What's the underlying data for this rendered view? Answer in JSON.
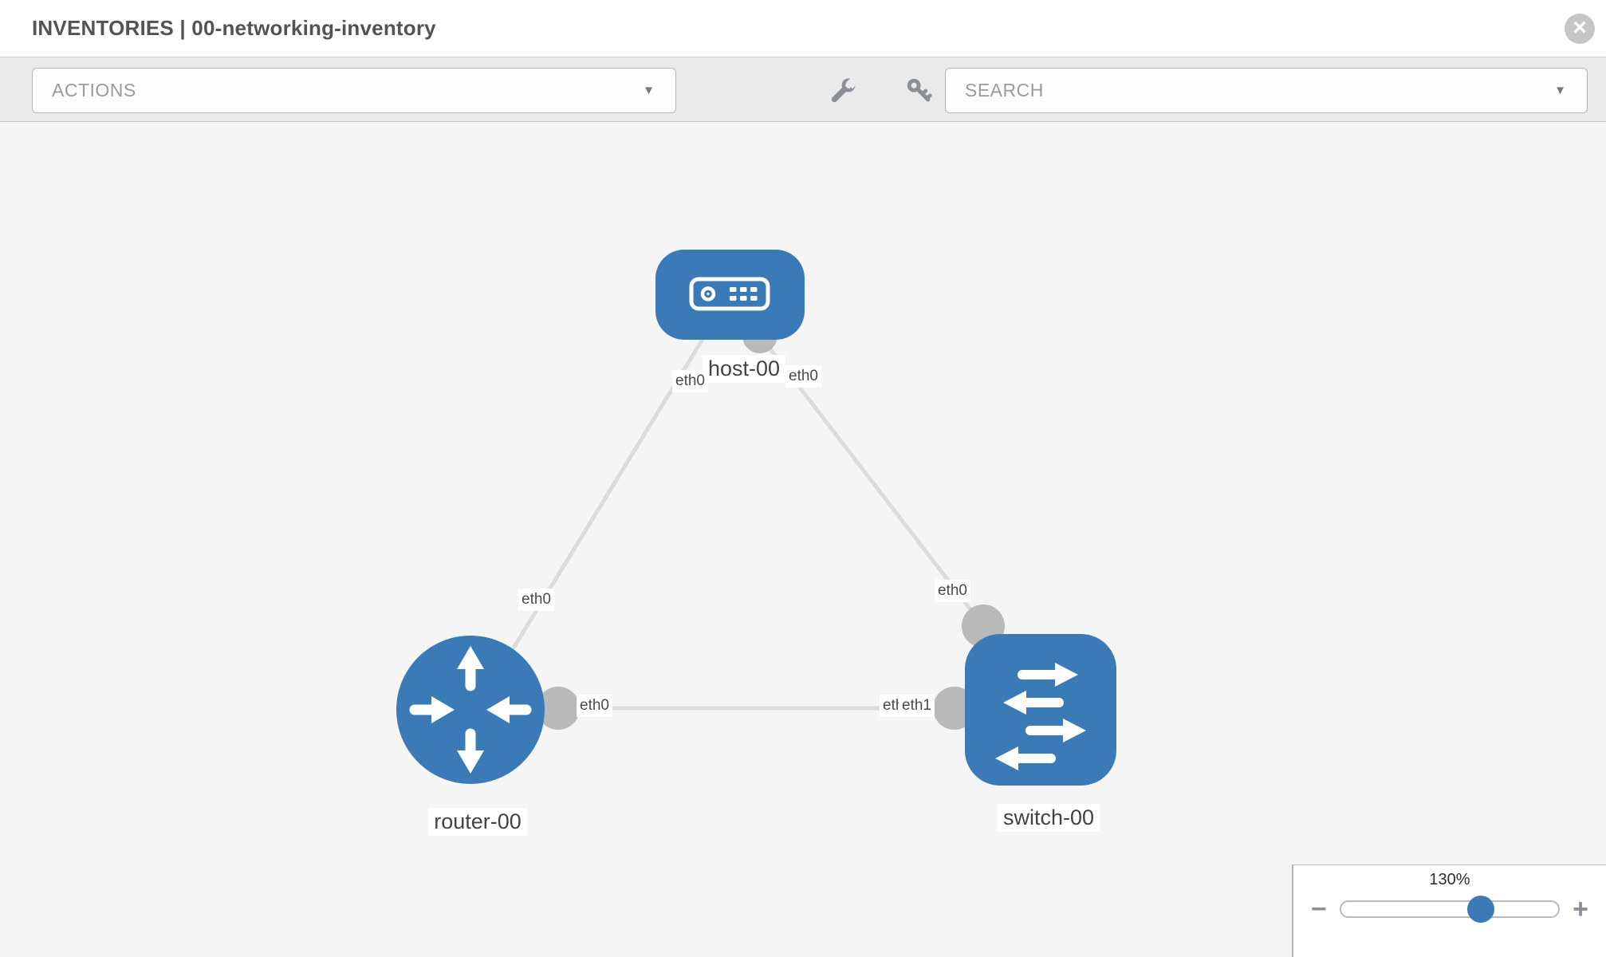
{
  "header": {
    "title": "INVENTORIES | 00-networking-inventory"
  },
  "toolbar": {
    "actions_label": "ACTIONS",
    "search_label": "SEARCH",
    "icons": [
      "wrench-icon",
      "key-icon"
    ]
  },
  "icons": {
    "close_glyph": "×",
    "caret_glyph": "▼",
    "minus_glyph": "−",
    "plus_glyph": "+"
  },
  "colors": {
    "node_blue": "#3a7ab6",
    "interface_dot_gray": "#b9b9b9",
    "edge_gray": "#dcdcdc",
    "canvas_bg": "#f5f5f5",
    "toolbar_bg": "#eaeaea"
  },
  "topology": {
    "nodes": [
      {
        "id": "host-00",
        "type": "host",
        "label": "host-00"
      },
      {
        "id": "router-00",
        "type": "router",
        "label": "router-00"
      },
      {
        "id": "switch-00",
        "type": "switch",
        "label": "switch-00"
      }
    ],
    "links": [
      {
        "from": "host-00",
        "to": "router-00",
        "from_if": "eth0",
        "to_if": "eth0"
      },
      {
        "from": "host-00",
        "to": "switch-00",
        "from_if": "eth0",
        "to_if": "eth0"
      },
      {
        "from": "router-00",
        "to": "switch-00",
        "from_if": "eth0",
        "to_if": "eth1",
        "to_if_overlapped_label": "eth0"
      }
    ]
  },
  "zoom_control": {
    "level": "130%",
    "percent_along_track": 64.5
  }
}
